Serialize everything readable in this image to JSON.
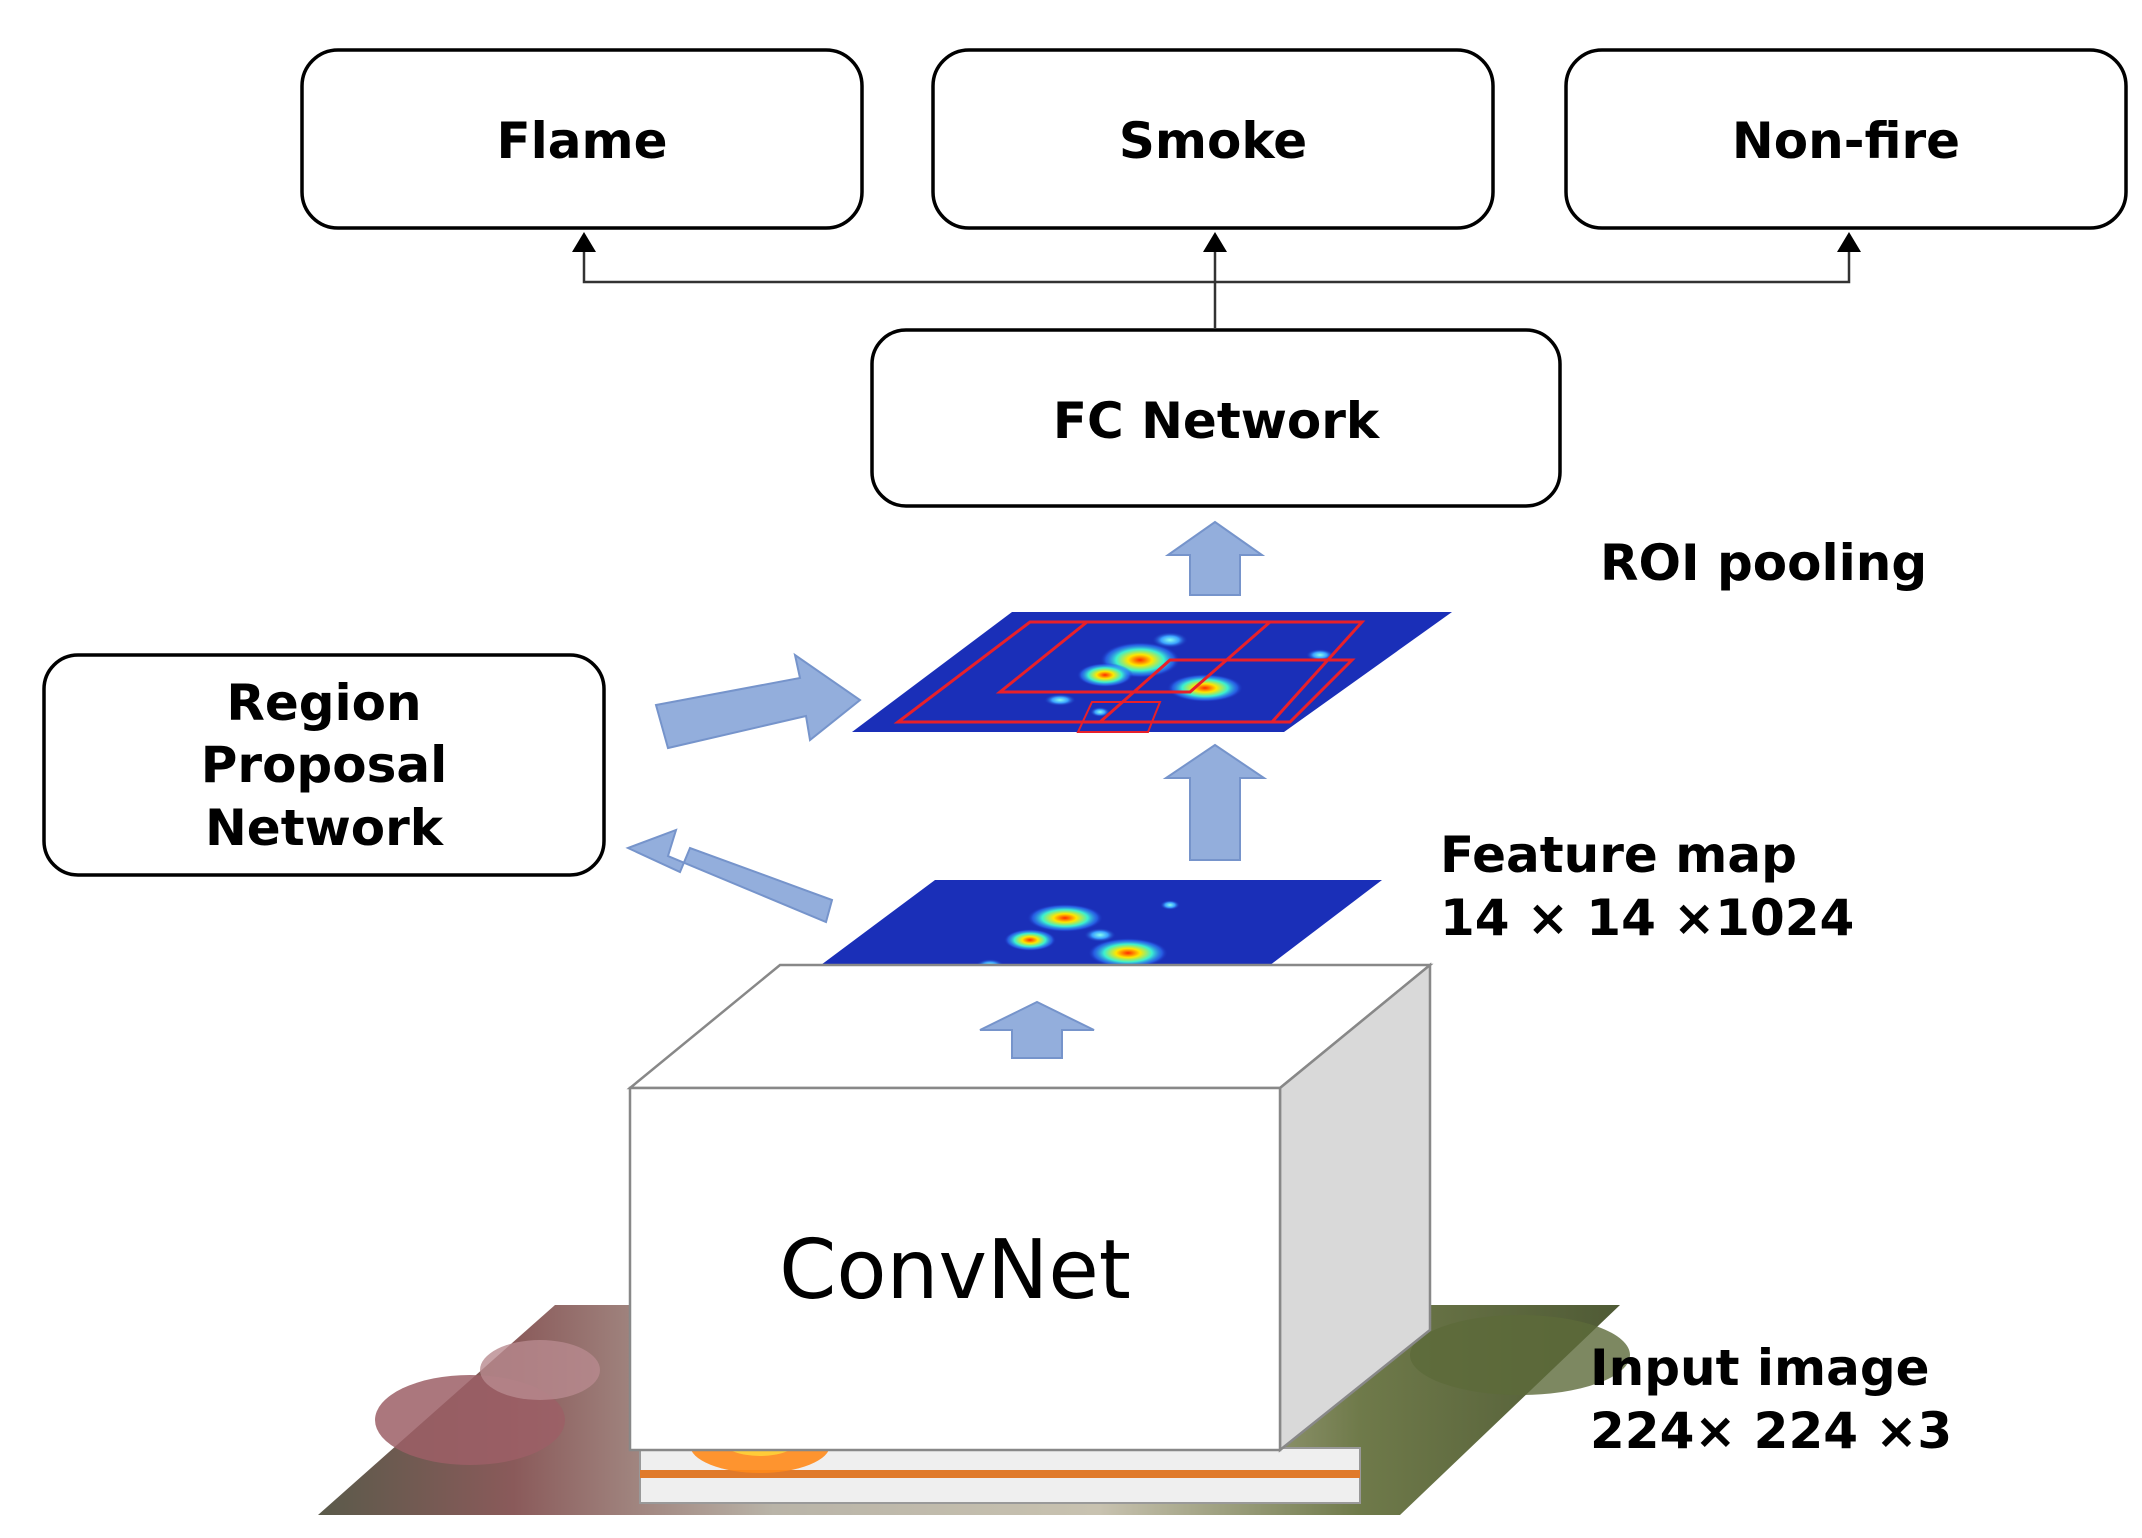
{
  "outputs": {
    "flame": "Flame",
    "smoke": "Smoke",
    "nonfire": "Non-fire"
  },
  "fc_network": "FC Network",
  "roi_pooling": "ROI pooling",
  "rpn": {
    "line1": "Region",
    "line2": "Proposal",
    "line3": "Network"
  },
  "feature_map": {
    "line1": "Feature  map",
    "line2": "14 × 14 ×1024"
  },
  "convnet": "ConvNet",
  "input_image": {
    "line1": "Input image",
    "line2": "224× 224 ×3"
  },
  "colors": {
    "arrow": "#8eaadb",
    "heatmap_base": "#1a2fb8",
    "roi_box": "#e8202a"
  }
}
